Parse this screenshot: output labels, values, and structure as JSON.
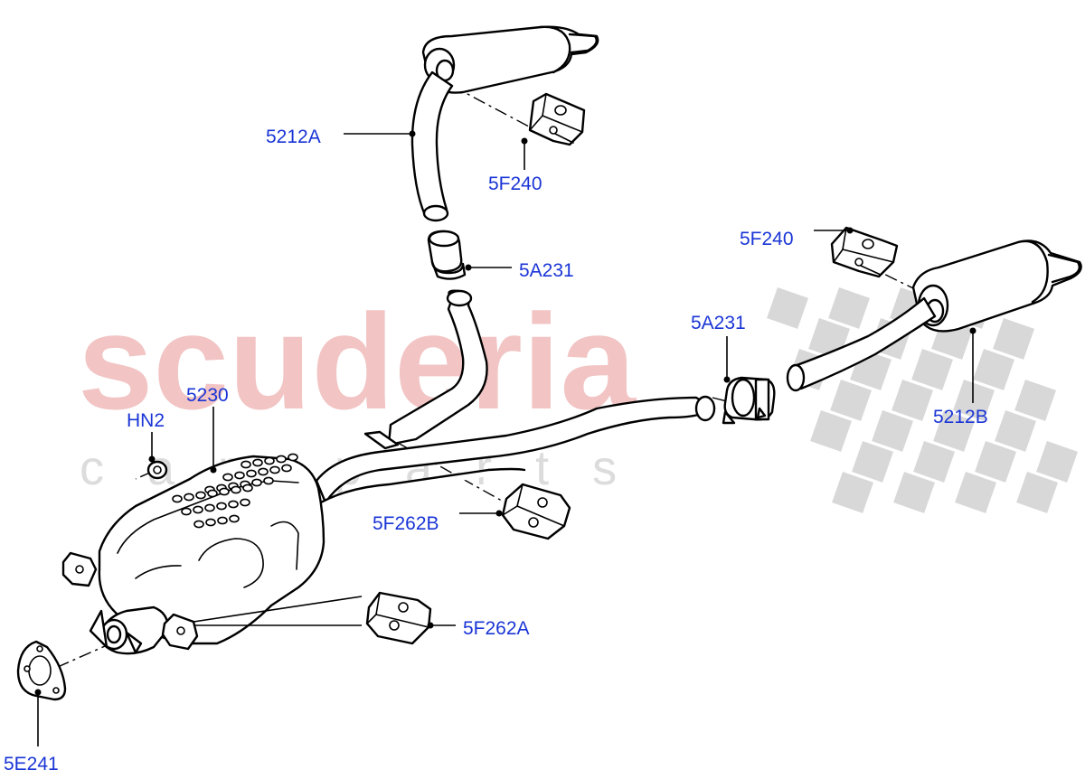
{
  "watermark": {
    "brand": "scuderia",
    "tagline": "car parts",
    "brand_color": "#f2c4c4",
    "tagline_color": "#dcdcdc",
    "checker_color": "#d8d8d8"
  },
  "colors": {
    "callout_text": "#1a35d6",
    "line": "#000000"
  },
  "callouts": {
    "rear_pipe_a": "5212A",
    "insulator_upper": "5F240",
    "clamp_upper": "5A231",
    "insulator_right": "5F240",
    "clamp_right": "5A231",
    "rear_pipe_b": "5212B",
    "catalytic_converter": "5230",
    "nut": "HN2",
    "insulator_center": "5F262B",
    "insulator_lower": "5F262A",
    "gasket": "5E241"
  }
}
